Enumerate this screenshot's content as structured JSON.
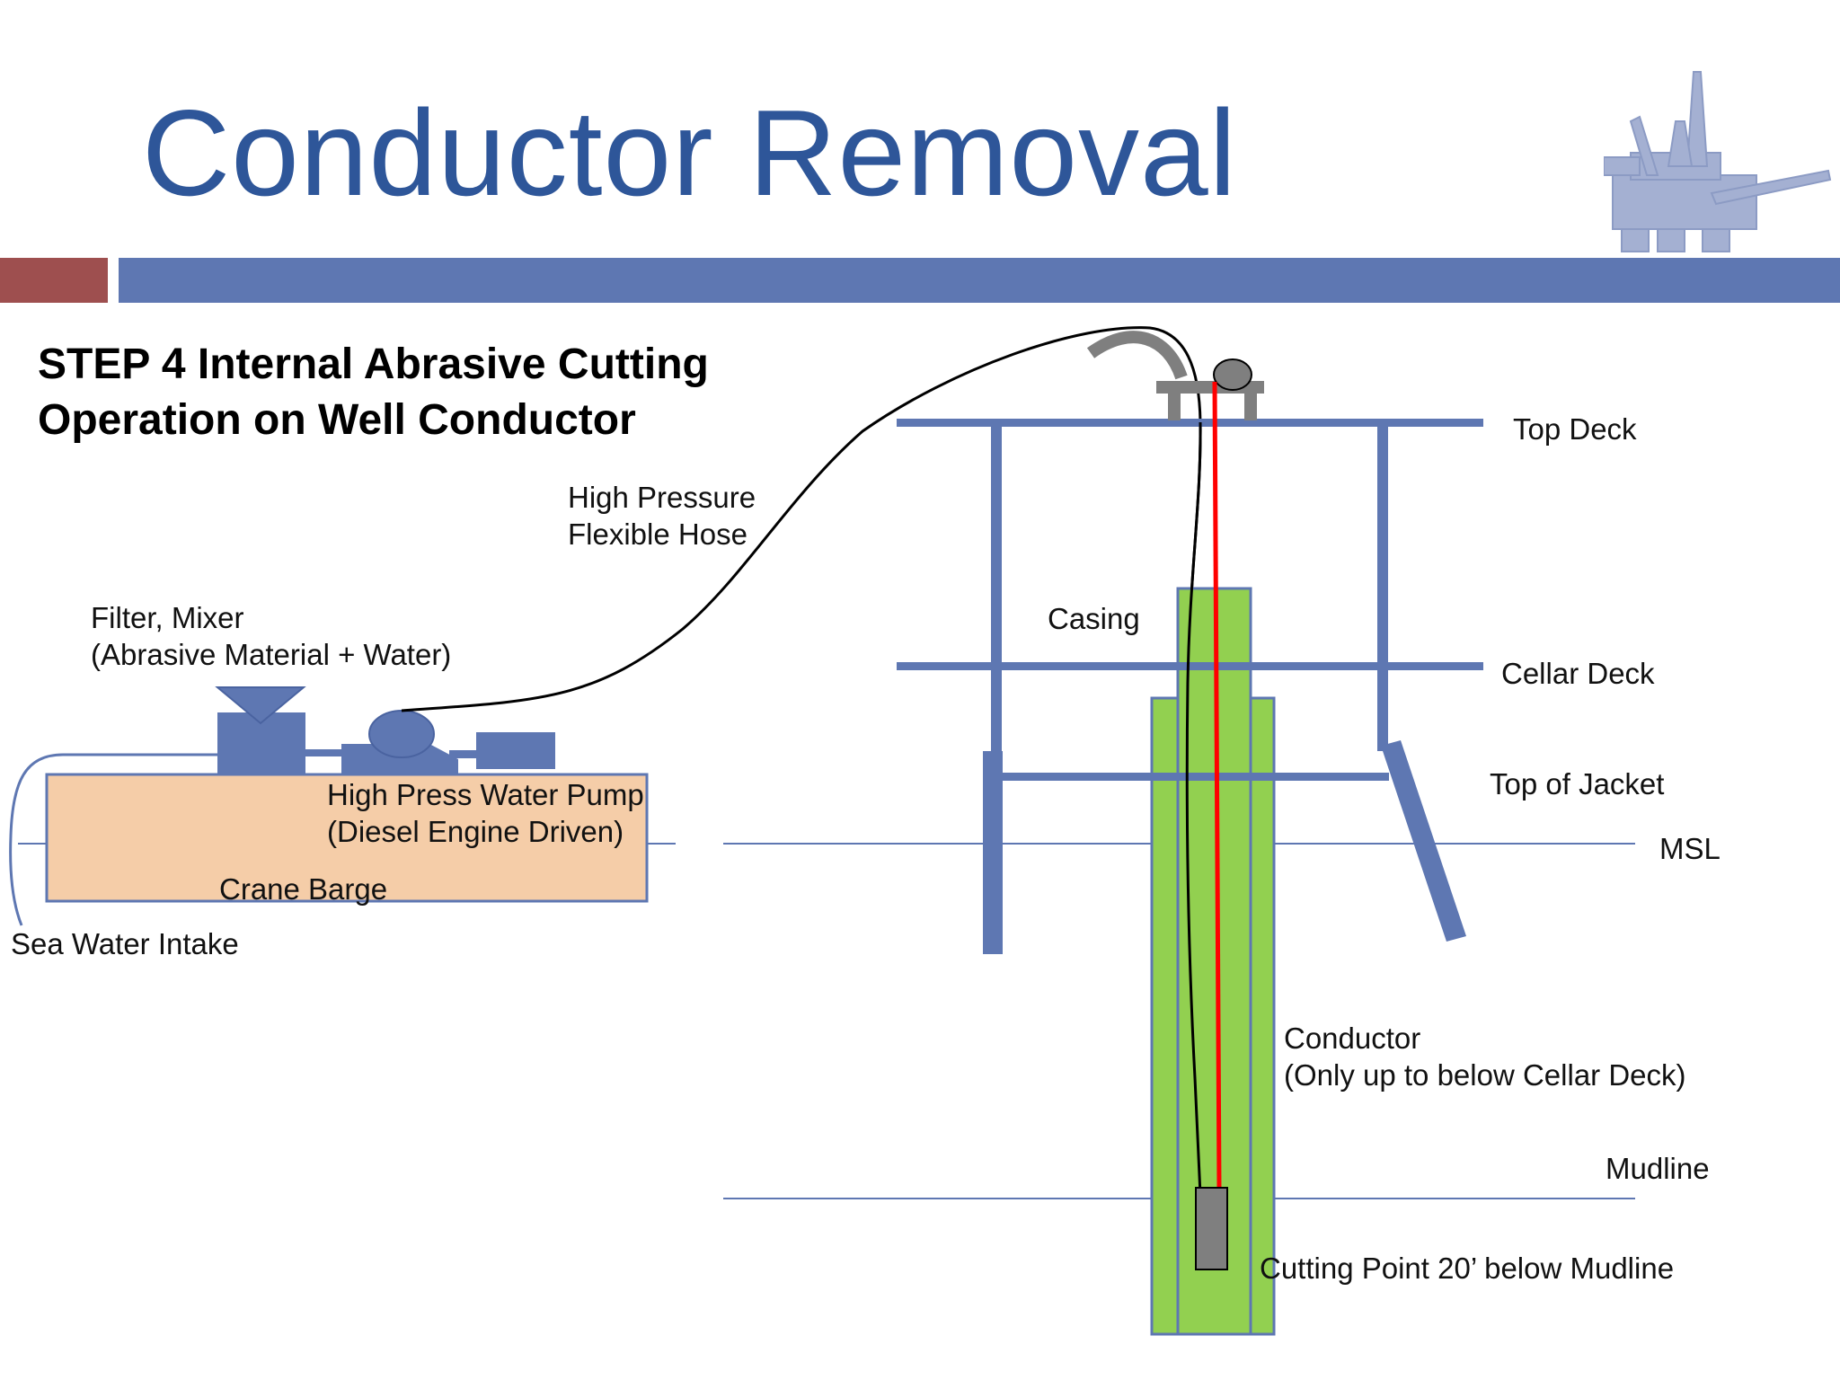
{
  "title": "Conductor Removal",
  "step": {
    "line1": "STEP 4 Internal Abrasive Cutting",
    "line2": "Operation on Well Conductor"
  },
  "labels": {
    "hose_1": "High Pressure",
    "hose_2": "Flexible Hose",
    "filter_1": "Filter, Mixer",
    "filter_2": "(Abrasive Material + Water)",
    "pump_1": "High Press Water Pump",
    "pump_2": "(Diesel Engine Driven)",
    "barge": "Crane Barge",
    "intake": "Sea Water Intake",
    "casing": "Casing",
    "top_deck": "Top Deck",
    "cellar_deck": "Cellar Deck",
    "top_jacket": "Top of Jacket",
    "msl": "MSL",
    "conductor_1": "Conductor",
    "conductor_2": "(Only up to below Cellar Deck)",
    "mudline": "Mudline",
    "cutting_point": "Cutting Point 20’ below Mudline"
  },
  "colors": {
    "title": "#2E5699",
    "structure": "#5E77B2",
    "barge": "#F5CDA8",
    "conductor": "#92D050",
    "cut_line": "#FF0000",
    "tool": "#7F7F7F",
    "accent": "#9E4F4F"
  },
  "icons": [
    "offshore-platform-icon"
  ]
}
